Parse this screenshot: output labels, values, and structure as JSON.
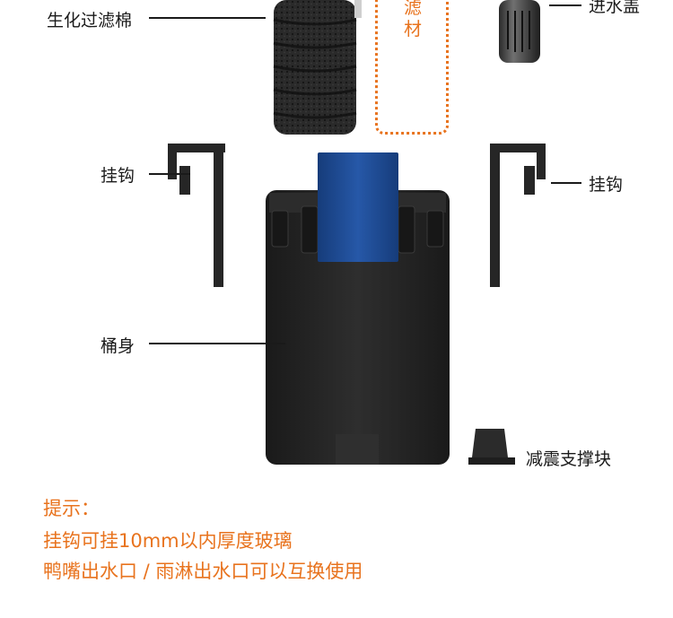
{
  "labels": {
    "sponge": "生化过滤棉",
    "filter_media_vertical": [
      "滤",
      "材"
    ],
    "intake_cover": "进水盖",
    "hook_left": "挂钩",
    "hook_right": "挂钩",
    "body": "桶身",
    "shock_block": "减震支撑块"
  },
  "notes": {
    "title": "提示：",
    "line1": "挂钩可挂10mm以内厚度玻璃",
    "line2": "鸭嘴出水口 / 雨淋出水口可以互换使用"
  },
  "colors": {
    "accent": "#e8731e",
    "blue_cap": "#1f4f9e",
    "body": "#222222"
  }
}
